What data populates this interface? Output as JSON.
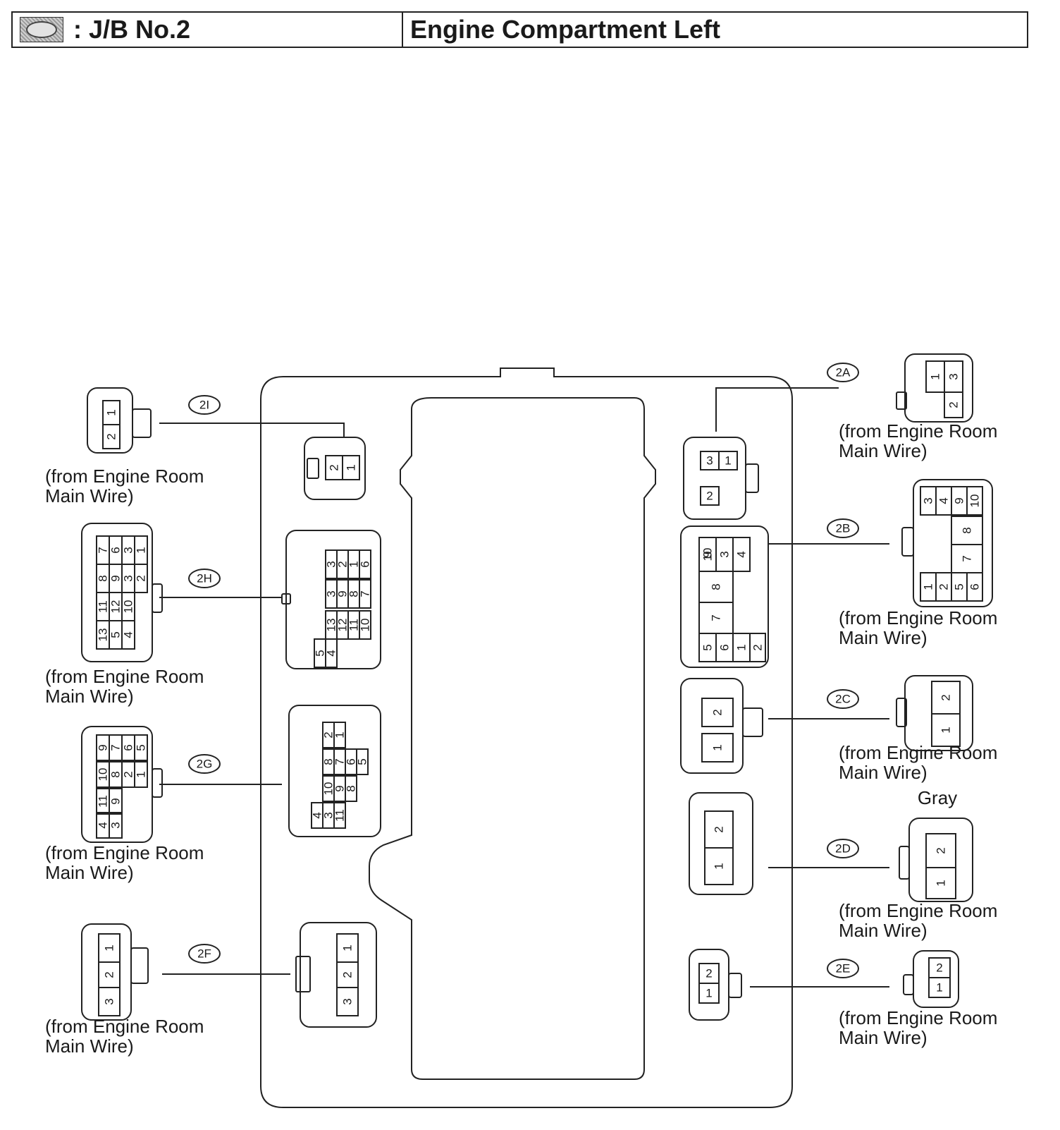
{
  "header": {
    "icon": "junction-block-icon",
    "left_text": ": J/B No.2",
    "right_text": "Engine Compartment Left"
  },
  "connectors": {
    "2A": {
      "label": "2A",
      "caption": [
        "(from Engine Room",
        "Main Wire)"
      ],
      "color": "",
      "pins": [
        "1",
        "2",
        "3"
      ]
    },
    "2B": {
      "label": "2B",
      "caption": [
        "(from Engine Room",
        "Main Wire)"
      ],
      "color": "",
      "pins": [
        "1",
        "2",
        "3",
        "4",
        "5",
        "6",
        "7",
        "8",
        "9",
        "10"
      ]
    },
    "2C": {
      "label": "2C",
      "caption": [
        "(from Engine Room",
        "Main Wire)"
      ],
      "color": "",
      "pins": [
        "1",
        "2"
      ]
    },
    "2D": {
      "label": "2D",
      "caption": [
        "(from Engine Room",
        "Main Wire)"
      ],
      "color": "Gray",
      "pins": [
        "1",
        "2"
      ]
    },
    "2E": {
      "label": "2E",
      "caption": [
        "(from Engine Room",
        "Main Wire)"
      ],
      "color": "",
      "pins": [
        "1",
        "2"
      ]
    },
    "2F": {
      "label": "2F",
      "caption": [
        "(from Engine Room",
        "Main Wire)"
      ],
      "color": "",
      "pins": [
        "1",
        "2",
        "3"
      ]
    },
    "2G": {
      "label": "2G",
      "caption": [
        "(from Engine Room",
        "Main Wire)"
      ],
      "color": "",
      "pins": [
        "1",
        "2",
        "3",
        "4",
        "5",
        "6",
        "7",
        "8",
        "9",
        "10",
        "11"
      ]
    },
    "2H": {
      "label": "2H",
      "caption": [
        "(from Engine Room",
        "Main Wire)"
      ],
      "color": "",
      "pins": [
        "1",
        "2",
        "3",
        "4",
        "5",
        "6",
        "7",
        "8",
        "9",
        "10",
        "11",
        "12",
        "13"
      ]
    },
    "2I": {
      "label": "2I",
      "caption": [
        "(from Engine Room",
        "Main Wire)"
      ],
      "color": "",
      "pins": [
        "1",
        "2"
      ]
    }
  }
}
